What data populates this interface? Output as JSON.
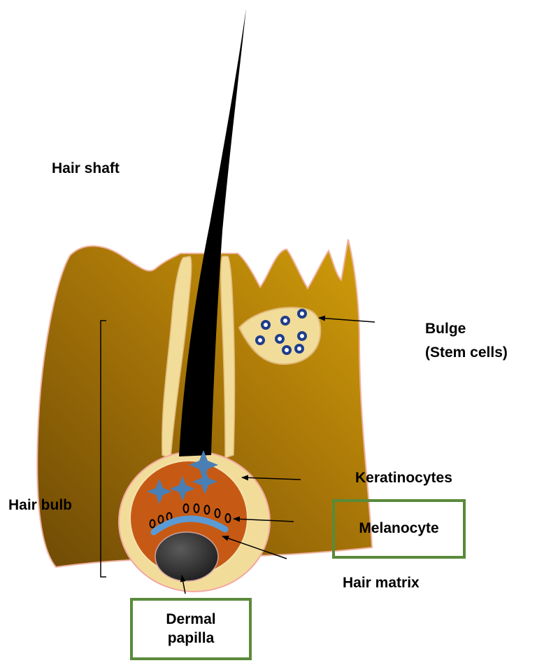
{
  "labels": {
    "hair_shaft": "Hair shaft",
    "bulge_line1": "Bulge",
    "bulge_line2": "(Stem cells)",
    "keratinocytes": "Keratinocytes",
    "hair_bulb": "Hair bulb",
    "melanocyte": "Melanocyte",
    "hair_matrix": "Hair matrix",
    "dermal_papilla_line1": "Dermal",
    "dermal_papilla_line2": "papilla"
  },
  "colors": {
    "skin_dark": "#7a5205",
    "skin_light": "#c99a08",
    "sheath": "#f2dc9a",
    "bulb_interior": "#c65a14",
    "papilla": "#3a3a3a",
    "melanocyte_band": "#5b9bd5",
    "keratinocyte_star": "#4a7fb5",
    "stem_cell": "#1f3e8a",
    "hair_shaft": "#000000",
    "box_border": "#5a8a3a"
  }
}
